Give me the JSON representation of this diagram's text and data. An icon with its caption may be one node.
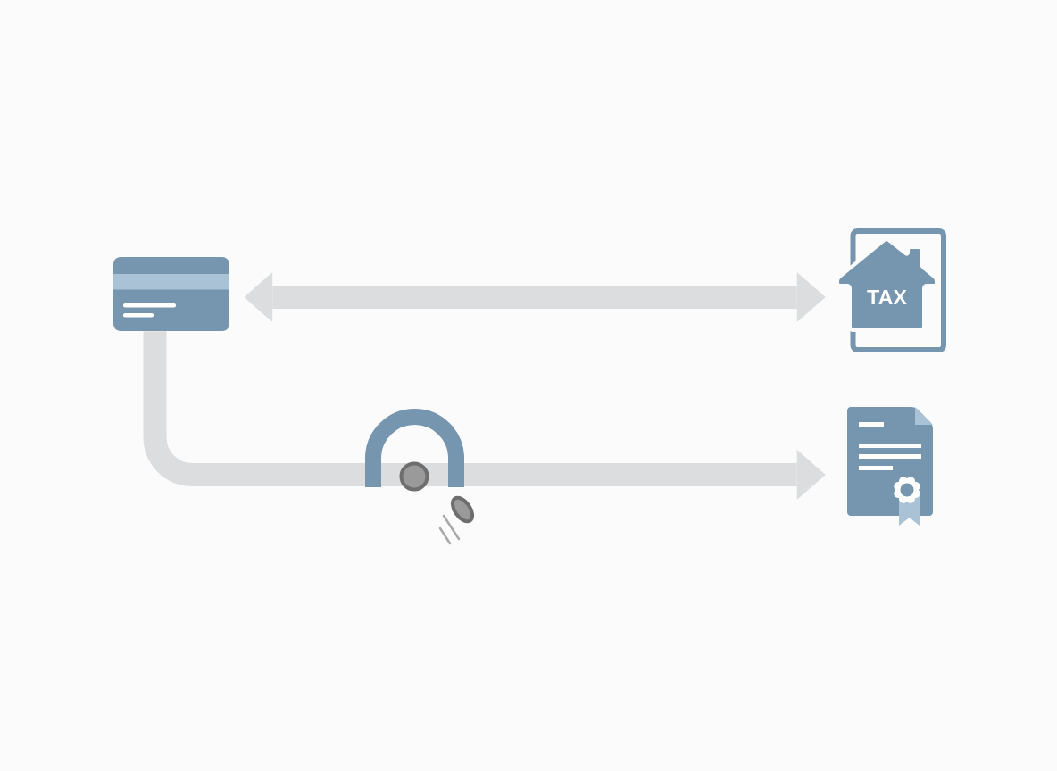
{
  "diagram": {
    "nodes": [
      {
        "text": [],
        "shape": "picture"
      },
      {
        "text": [
          "TAX"
        ]
      },
      {
        "text": [],
        "shape": "picture"
      }
    ],
    "edges": [
      {
        "from": 0,
        "to": 1,
        "arrow": "both"
      },
      {
        "from": 0,
        "to": 2,
        "arrow": "to"
      }
    ]
  }
}
